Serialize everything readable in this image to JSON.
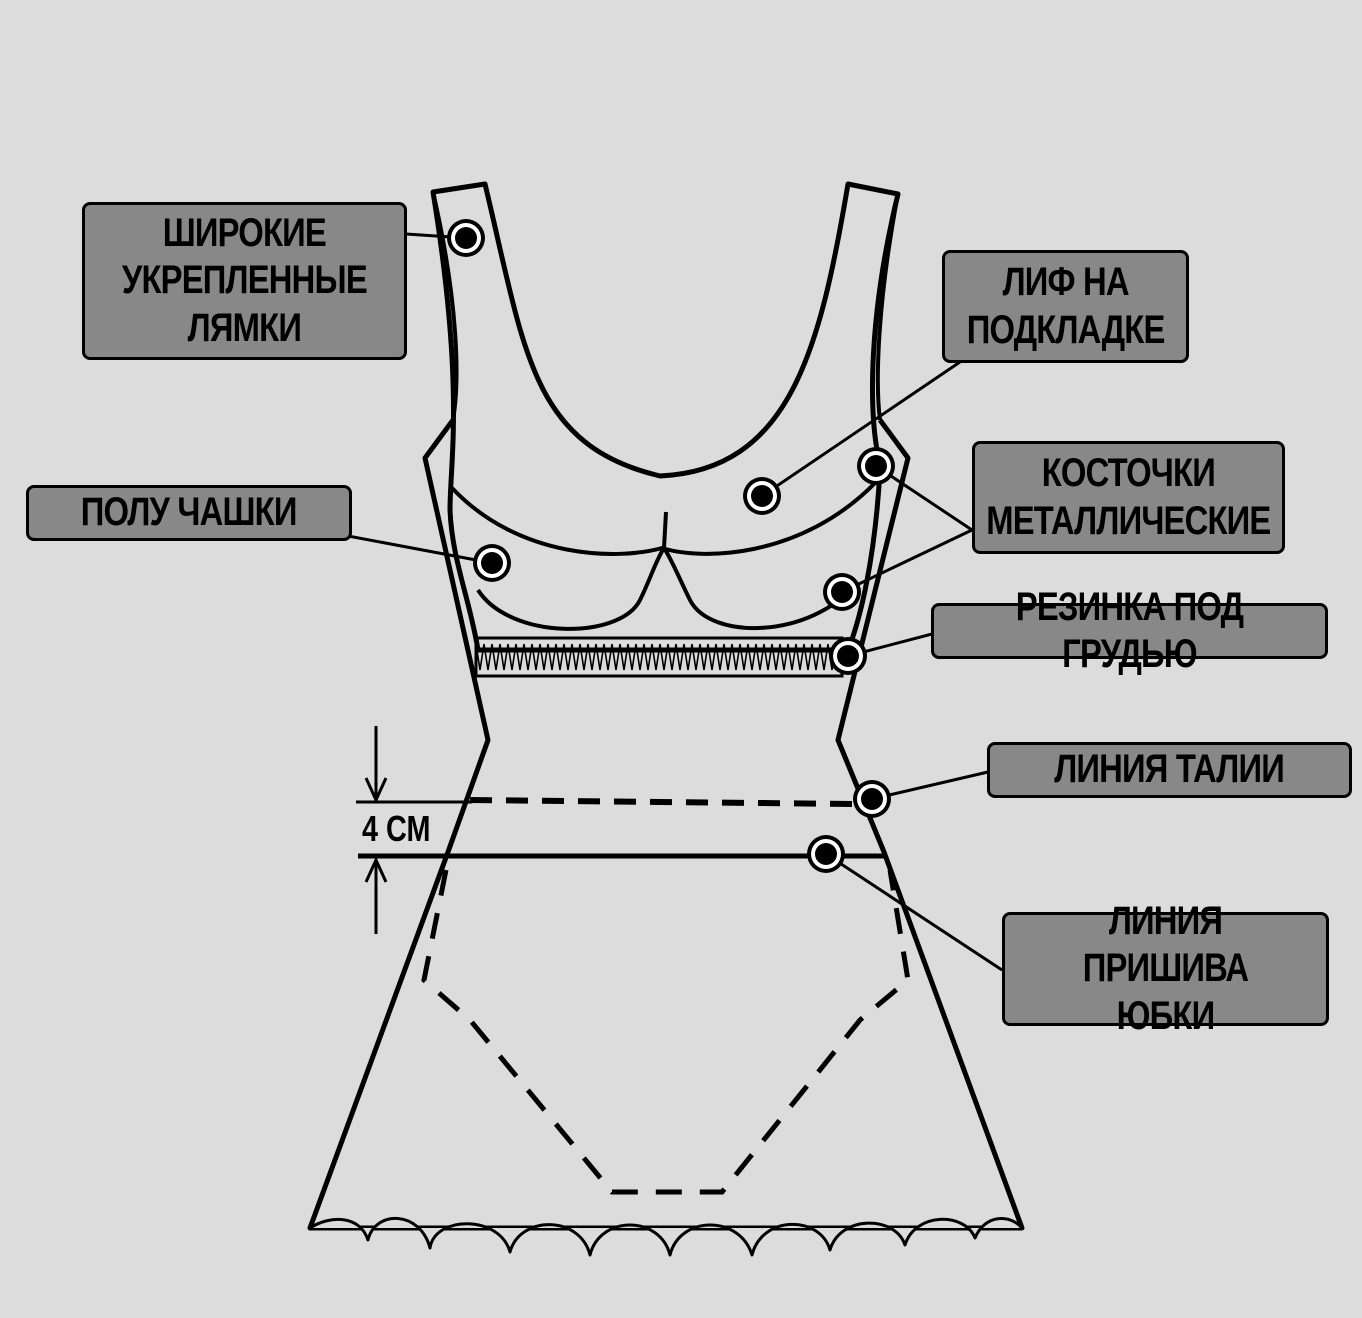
{
  "callouts": {
    "straps": "ШИРОКИЕ\nУКРЕПЛЕННЫЕ\nЛЯМКИ",
    "lined_bodice": "ЛИФ НА\nПОДКЛАДКЕ",
    "bones": "КОСТОЧКИ\nМЕТАЛЛИЧЕСКИЕ",
    "half_cups": "ПОЛУ ЧАШКИ",
    "underbust_elastic": "РЕЗИНКА ПОД ГРУДЬЮ",
    "waistline": "ЛИНИЯ ТАЛИИ",
    "skirt_seam": "ЛИНИЯ ПРИШИВА\nЮБКИ"
  },
  "measurement": {
    "label": "4 СМ"
  },
  "colors": {
    "background": "#dcdcdc",
    "callout_fill": "#888888",
    "ink": "#000000",
    "garment_fill": "#dcdcdc"
  }
}
